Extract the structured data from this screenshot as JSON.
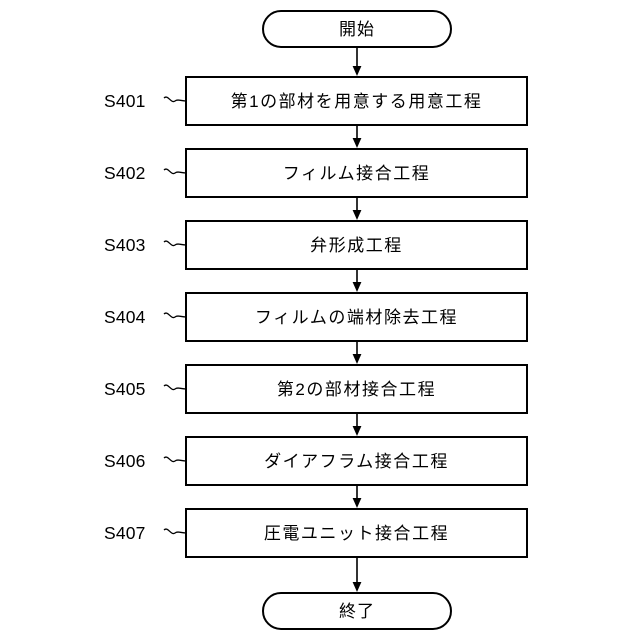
{
  "diagram": {
    "type": "flowchart",
    "orientation": "vertical",
    "title": "",
    "start_node": {
      "shape": "stadium",
      "label": "開始"
    },
    "end_node": {
      "shape": "stadium",
      "label": "終了"
    },
    "steps": [
      {
        "ref": "S401",
        "label": "第1の部材を用意する用意工程"
      },
      {
        "ref": "S402",
        "label": "フィルム接合工程"
      },
      {
        "ref": "S403",
        "label": "弁形成工程"
      },
      {
        "ref": "S404",
        "label": "フィルムの端材除去工程"
      },
      {
        "ref": "S405",
        "label": "第2の部材接合工程"
      },
      {
        "ref": "S406",
        "label": "ダイアフラム接合工程"
      },
      {
        "ref": "S407",
        "label": "圧電ユニット接合工程"
      }
    ],
    "colors": {
      "stroke": "#000000",
      "fill": "#ffffff",
      "text": "#000000"
    },
    "connector": {
      "style": "arrow-down",
      "arrowhead": "solid-triangle"
    }
  }
}
